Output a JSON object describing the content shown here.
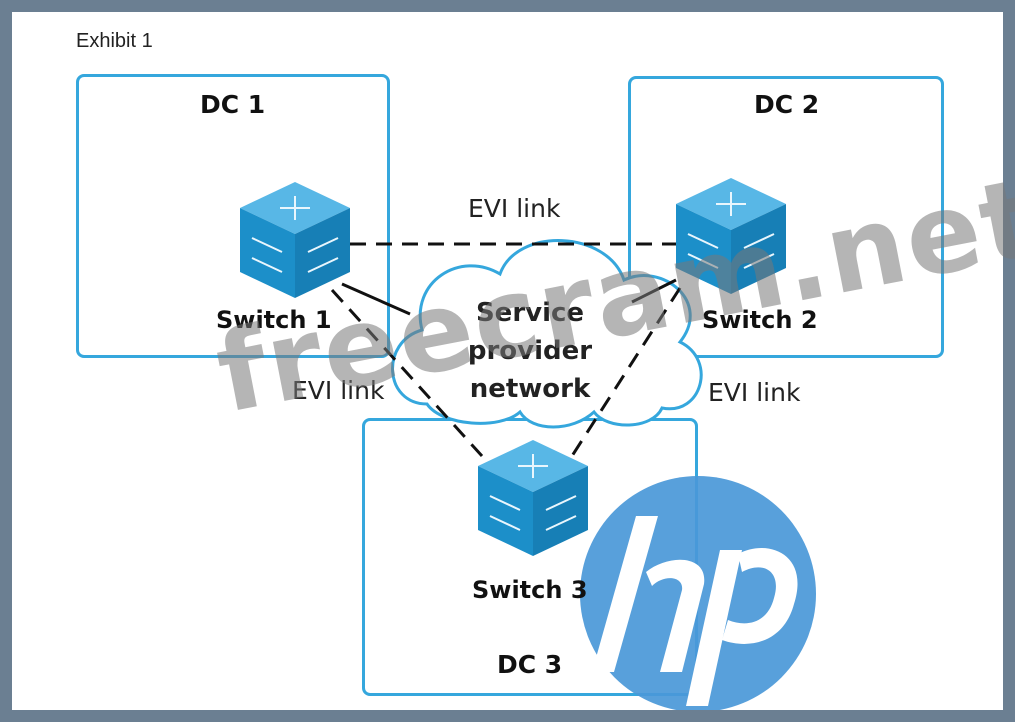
{
  "exhibit": {
    "caption": "Exhibit 1"
  },
  "datacenters": [
    {
      "label": "DC 1"
    },
    {
      "label": "DC 2"
    },
    {
      "label": "DC 3"
    }
  ],
  "switches": [
    {
      "label": "Switch 1"
    },
    {
      "label": "Switch 2"
    },
    {
      "label": "Switch 3"
    }
  ],
  "cloud": {
    "line1": "Service",
    "line2": "provider",
    "line3": "network"
  },
  "links": [
    {
      "label": "EVI link"
    },
    {
      "label": "EVI link"
    },
    {
      "label": "EVI link"
    }
  ],
  "watermark": {
    "text": "freecram.net"
  },
  "logo": {
    "text": "hp",
    "color": "#4a98d8"
  },
  "colors": {
    "box_border": "#35a7dd",
    "switch_fill": "#1c8fc9",
    "background": "#6b7f92"
  }
}
